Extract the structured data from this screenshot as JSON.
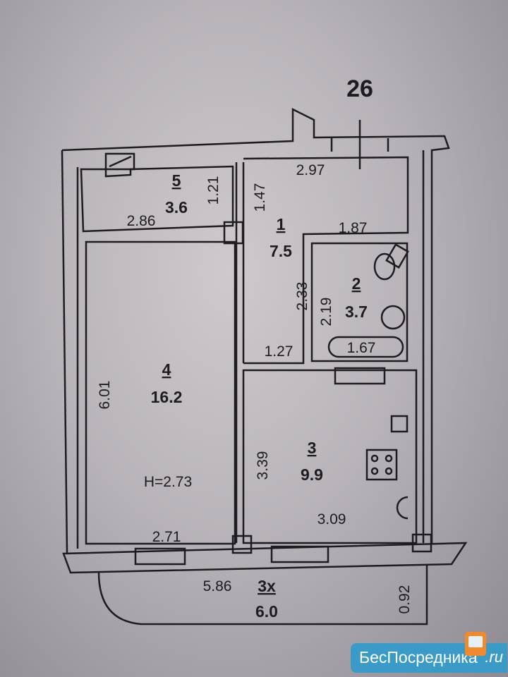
{
  "building_number": "26",
  "rooms": [
    {
      "number": "1",
      "area": "7.5"
    },
    {
      "number": "2",
      "area": "3.7"
    },
    {
      "number": "3",
      "area": "9.9"
    },
    {
      "number": "4",
      "area": "16.2"
    },
    {
      "number": "5",
      "area": "3.6"
    }
  ],
  "balcony": {
    "label": "3х",
    "area": "6.0"
  },
  "ceiling_height": "H=2.73",
  "dimensions": {
    "d_2_97": "2.97",
    "d_1_21": "1.21",
    "d_1_47": "1.47",
    "d_2_86": "2.86",
    "d_1_87": "1.87",
    "d_2_33": "2.33",
    "d_2_19": "2.19",
    "d_1_67": "1.67",
    "d_1_27": "1.27",
    "d_6_01": "6.01",
    "d_3_39": "3.39",
    "d_3_09": "3.09",
    "d_2_71": "2.71",
    "d_5_86": "5.86",
    "d_0_92": "0.92"
  },
  "watermark": {
    "text": "БесПосредника",
    "suffix": ".ru"
  }
}
